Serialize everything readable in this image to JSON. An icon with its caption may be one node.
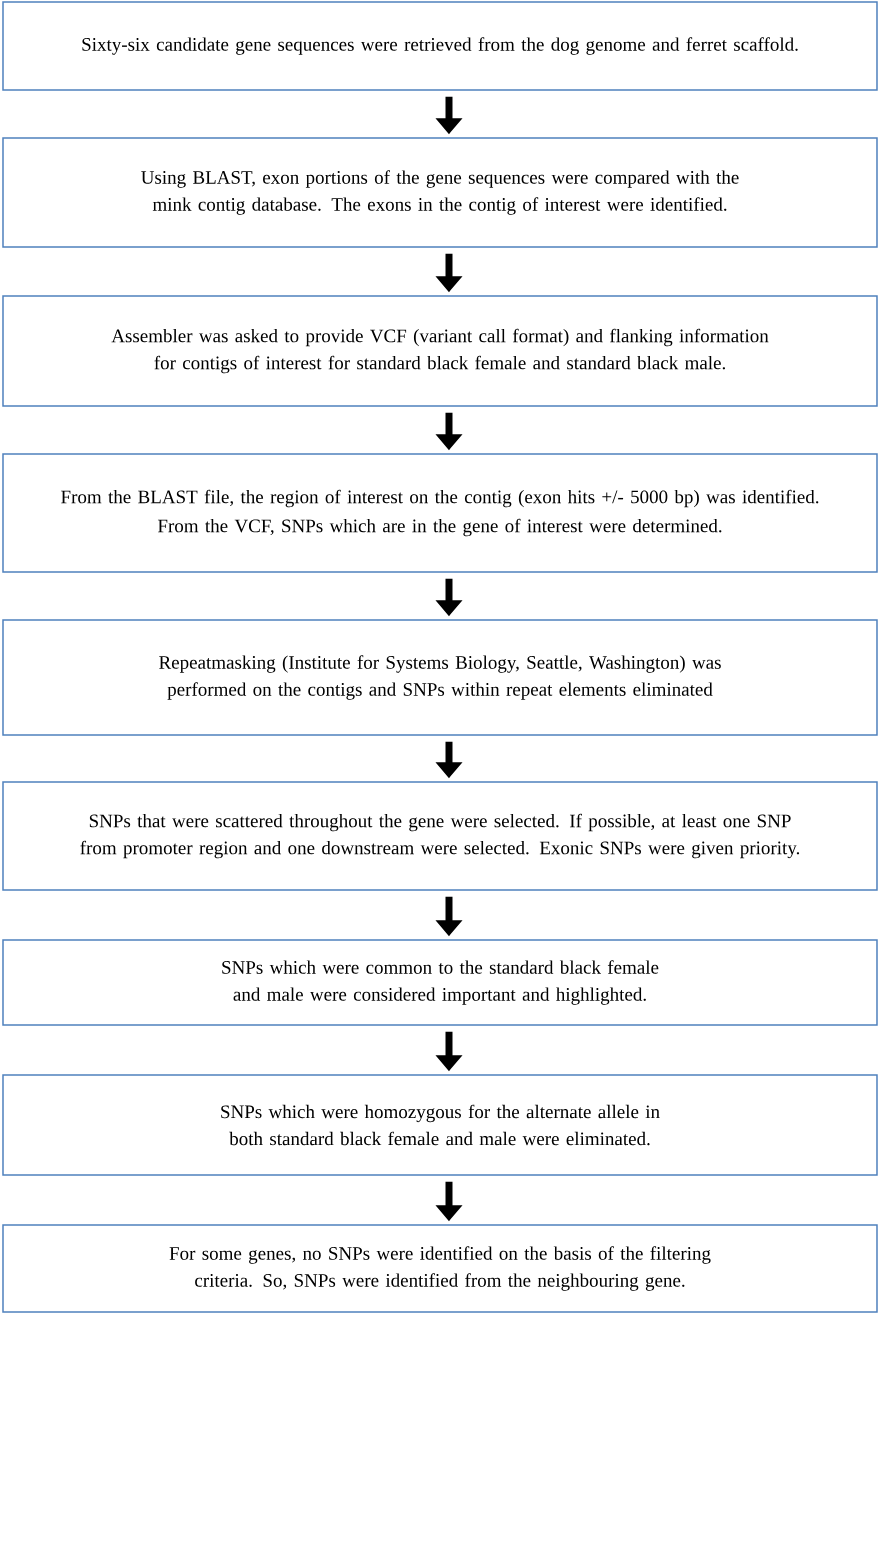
{
  "diagram": {
    "nodes": [
      {
        "text": [
          "Sixty-six candidate gene sequences were retrieved from the dog genome and ferret scaffold."
        ]
      },
      {
        "text": [
          "Using BLAST, exon portions of the gene sequences were compared with the mink contig database. The exons in the contig of interest were identified."
        ]
      },
      {
        "text": [
          "Assembler was asked to provide VCF (variant call format) and flanking information for contigs of interest for standard black female and standard black male."
        ]
      },
      {
        "text": [
          "From the BLAST file, the region of interest on the contig (exon hits +/- 5000 bp) was identified.",
          "From the VCF, SNPs which are in the gene of interest were determined."
        ]
      },
      {
        "text": [
          "Repeatmasking (Institute for Systems Biology, Seattle, Washington) was performed on the contigs and SNPs within repeat elements eliminated"
        ]
      },
      {
        "text": [
          "SNPs that were scattered throughout the gene were selected. If possible, at least one SNP from promoter region and one downstream were selected. Exonic SNPs were given priority."
        ]
      },
      {
        "text": [
          "SNPs which were common to the standard black female and male were considered important and highlighted."
        ]
      },
      {
        "text": [
          "SNPs which were homozygous for the alternate allele in both standard black female and male were eliminated."
        ]
      },
      {
        "text": [
          "For some genes, no SNPs were identified on the basis of the filtering criteria. So, SNPs were identified from the neighbouring gene."
        ]
      }
    ],
    "edges": [
      {
        "from": 0,
        "to": 1,
        "arrow": "to"
      },
      {
        "from": 1,
        "to": 2,
        "arrow": "to"
      },
      {
        "from": 2,
        "to": 3,
        "arrow": "to"
      },
      {
        "from": 3,
        "to": 4,
        "arrow": "to"
      },
      {
        "from": 4,
        "to": 5,
        "arrow": "to"
      },
      {
        "from": 5,
        "to": 6,
        "arrow": "to"
      },
      {
        "from": 6,
        "to": 7,
        "arrow": "to"
      },
      {
        "from": 7,
        "to": 8,
        "arrow": "to"
      }
    ]
  }
}
